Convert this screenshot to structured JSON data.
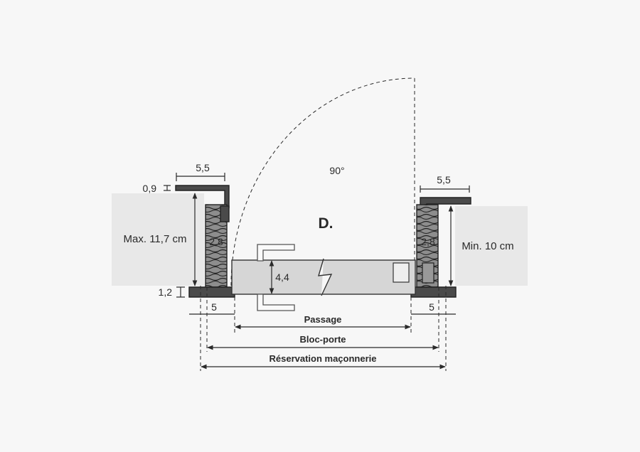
{
  "diagram": {
    "section_letter": "D.",
    "angle_label": "90°",
    "left": {
      "top_width": "5,5",
      "cover_thickness": "0,9",
      "bottom_thickness": "1,2",
      "wall_thickness": "Max. 11,7 cm",
      "jamb_width": "2,8",
      "bottom_width": "5"
    },
    "right": {
      "top_width": "5,5",
      "wall_thickness": "Min. 10 cm",
      "jamb_width": "2,8",
      "bottom_width": "5"
    },
    "leaf_thickness": "4,4",
    "widths": {
      "passage": "Passage",
      "bloc_porte": "Bloc-porte",
      "reservation": "Réservation maçonnerie"
    }
  }
}
